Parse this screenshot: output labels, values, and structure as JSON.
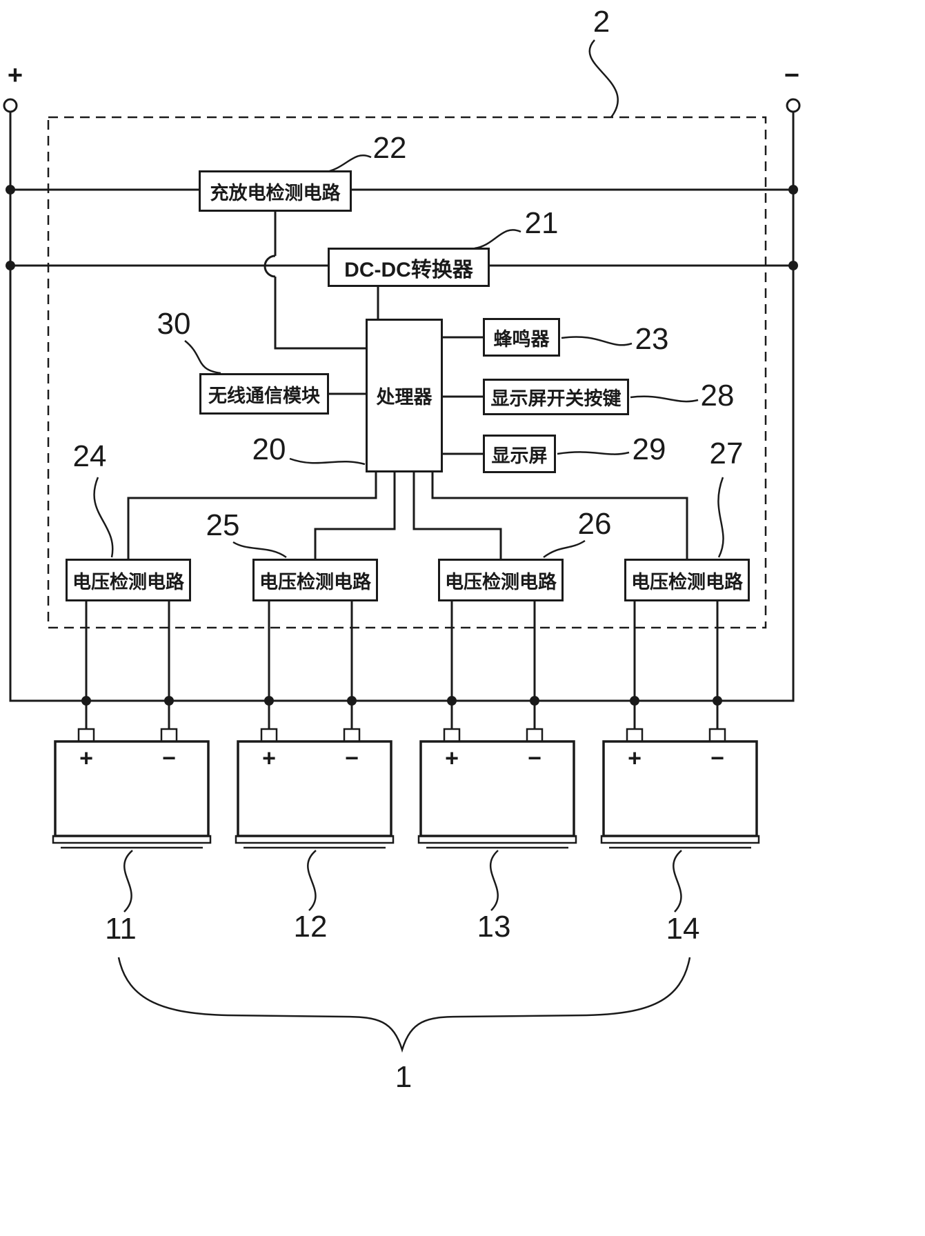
{
  "terminals": {
    "plus": "+",
    "minus": "−"
  },
  "module_ref": "2",
  "system_ref": "1",
  "boxes": {
    "charge_detect": {
      "label": "充放电检测电路",
      "ref": "22"
    },
    "dcdc": {
      "label": "DC-DC转换器",
      "ref": "21"
    },
    "processor": {
      "label": "处理器",
      "ref": "20"
    },
    "buzzer": {
      "label": "蜂鸣器",
      "ref": "23"
    },
    "display_switch": {
      "label": "显示屏开关按键",
      "ref": "28"
    },
    "display": {
      "label": "显示屏",
      "ref": "29"
    },
    "wireless": {
      "label": "无线通信模块",
      "ref": "30"
    },
    "voltage_detect": {
      "label": "电压检测电路",
      "refs": [
        "24",
        "25",
        "26",
        "27"
      ]
    }
  },
  "batteries": {
    "plus": "+",
    "minus": "−",
    "refs": [
      "11",
      "12",
      "13",
      "14"
    ]
  }
}
